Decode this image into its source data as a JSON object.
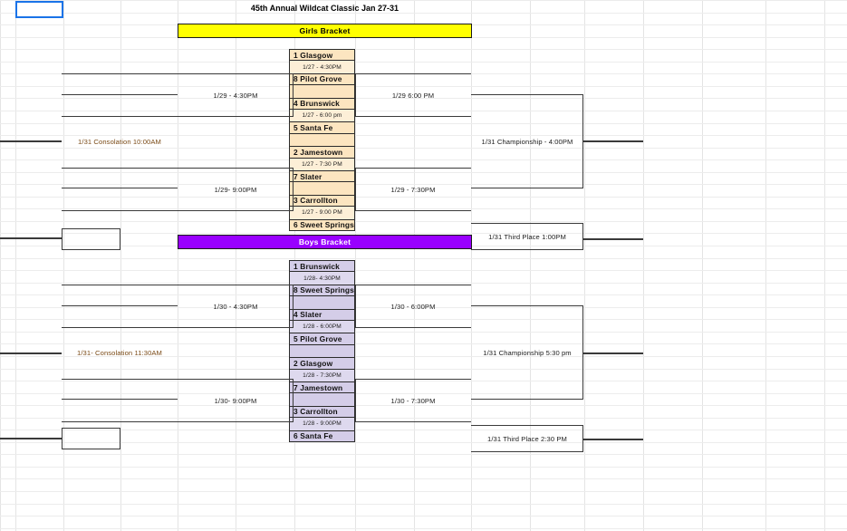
{
  "document": {
    "title": "45th Annual Wildcat Classic Jan 27-31",
    "selected_cell_value": ""
  },
  "palette": {
    "girls_banner_bg": "#FFFF00",
    "girls_banner_text": "#000000",
    "boys_banner_bg": "#9900FF",
    "boys_banner_text": "#FFFFFF",
    "girls_team_bg": "#FCE5C0",
    "girls_time_bg": "#FDEFD7",
    "boys_team_bg": "#D4CDE8",
    "boys_time_bg": "#DED9EE",
    "line": "#3A3A3A",
    "grid": "#E4E4E4",
    "selection": "#1A73E8",
    "consolation_text": "#7A4A16"
  },
  "brackets": [
    {
      "id": "girls",
      "banner_label": "Girls Bracket",
      "slots": [
        {
          "kind": "team",
          "label": "1 Glasgow"
        },
        {
          "kind": "time",
          "label": "1/27 - 4:30PM"
        },
        {
          "kind": "team",
          "label": "8 Pilot Grove"
        },
        {
          "kind": "blank",
          "label": ""
        },
        {
          "kind": "team",
          "label": "4 Brunswick"
        },
        {
          "kind": "time",
          "label": "1/27 - 6:00 pm"
        },
        {
          "kind": "team",
          "label": "5 Santa Fe"
        },
        {
          "kind": "blank",
          "label": ""
        },
        {
          "kind": "team",
          "label": "2 Jamestown"
        },
        {
          "kind": "time",
          "label": "1/27 - 7:30 PM"
        },
        {
          "kind": "team",
          "label": "7 Slater"
        },
        {
          "kind": "blank",
          "label": ""
        },
        {
          "kind": "team",
          "label": "3 Carrollton"
        },
        {
          "kind": "time",
          "label": "1/27 - 9:00 PM"
        },
        {
          "kind": "team",
          "label": "6 Sweet Springs"
        }
      ],
      "quarterfinal_left": [
        {
          "label": "1/29 - 4:30PM"
        },
        {
          "label": "1/29- 9:00PM"
        }
      ],
      "semifinal_right": [
        {
          "label": "1/29 6:00 PM"
        },
        {
          "label": "1/29 - 7:30PM"
        }
      ],
      "consolation": {
        "label": "1/31 Consolation 10:00AM"
      },
      "championship": {
        "label": "1/31 Championship - 4:00PM"
      },
      "third_place": {
        "label": "1/31 Third Place 1:00PM"
      },
      "empty_left_box": {
        "label": ""
      }
    },
    {
      "id": "boys",
      "banner_label": "Boys Bracket",
      "slots": [
        {
          "kind": "team",
          "label": "1 Brunswick"
        },
        {
          "kind": "time",
          "label": "1/28- 4:30PM"
        },
        {
          "kind": "team",
          "label": "8 Sweet Springs"
        },
        {
          "kind": "blank",
          "label": ""
        },
        {
          "kind": "team",
          "label": "4 Slater"
        },
        {
          "kind": "time",
          "label": "1/28 - 6:00PM"
        },
        {
          "kind": "team",
          "label": "5 Pilot Grove"
        },
        {
          "kind": "blank",
          "label": ""
        },
        {
          "kind": "team",
          "label": "2 Glasgow"
        },
        {
          "kind": "time",
          "label": "1/28 - 7:30PM"
        },
        {
          "kind": "team",
          "label": "7 Jamestown"
        },
        {
          "kind": "blank",
          "label": ""
        },
        {
          "kind": "team",
          "label": "3 Carrollton"
        },
        {
          "kind": "time",
          "label": "1/28 - 9:00PM"
        },
        {
          "kind": "team",
          "label": "6 Santa Fe"
        }
      ],
      "quarterfinal_left": [
        {
          "label": "1/30 - 4:30PM"
        },
        {
          "label": "1/30- 9:00PM"
        }
      ],
      "semifinal_right": [
        {
          "label": "1/30 - 6:00PM"
        },
        {
          "label": "1/30 - 7:30PM"
        }
      ],
      "consolation": {
        "label": "1/31- Consolation 11:30AM"
      },
      "championship": {
        "label": "1/31 Championship 5:30 pm"
      },
      "third_place": {
        "label": "1/31 Third Place 2:30 PM"
      },
      "empty_left_box": {
        "label": ""
      }
    }
  ]
}
